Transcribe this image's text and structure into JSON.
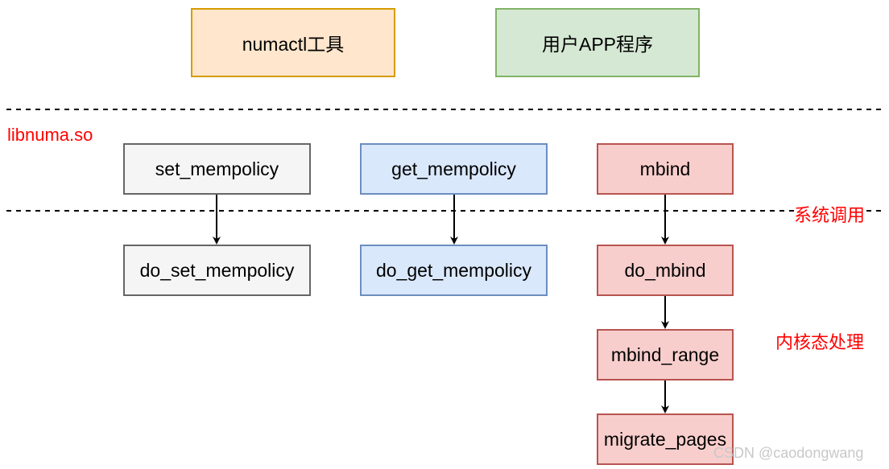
{
  "top": {
    "numactl_tool": "numactl工具",
    "user_app": "用户APP程序"
  },
  "layers": {
    "lib_label": "libnuma.so",
    "syscall_label": "系统调用",
    "kernel_label": "内核态处理"
  },
  "nodes": {
    "set_mempolicy": "set_mempolicy",
    "get_mempolicy": "get_mempolicy",
    "mbind": "mbind",
    "do_set_mempolicy": "do_set_mempolicy",
    "do_get_mempolicy": "do_get_mempolicy",
    "do_mbind": "do_mbind",
    "mbind_range": "mbind_range",
    "migrate_pages": "migrate_pages"
  },
  "edges": [
    [
      "set_mempolicy",
      "do_set_mempolicy"
    ],
    [
      "get_mempolicy",
      "do_get_mempolicy"
    ],
    [
      "mbind",
      "do_mbind"
    ],
    [
      "do_mbind",
      "mbind_range"
    ],
    [
      "mbind_range",
      "migrate_pages"
    ]
  ],
  "colors": {
    "orange_fill": "#ffe6cc",
    "orange_stroke": "#d79b00",
    "green_fill": "#d5e8d4",
    "green_stroke": "#82b366",
    "gray_fill": "#f5f5f5",
    "gray_stroke": "#666666",
    "blue_fill": "#dae8fc",
    "blue_stroke": "#6c8ebf",
    "red_fill": "#f8cecc",
    "red_stroke": "#b85450",
    "annotation": "#ff0000"
  },
  "watermark": "CSDN @caodongwang"
}
